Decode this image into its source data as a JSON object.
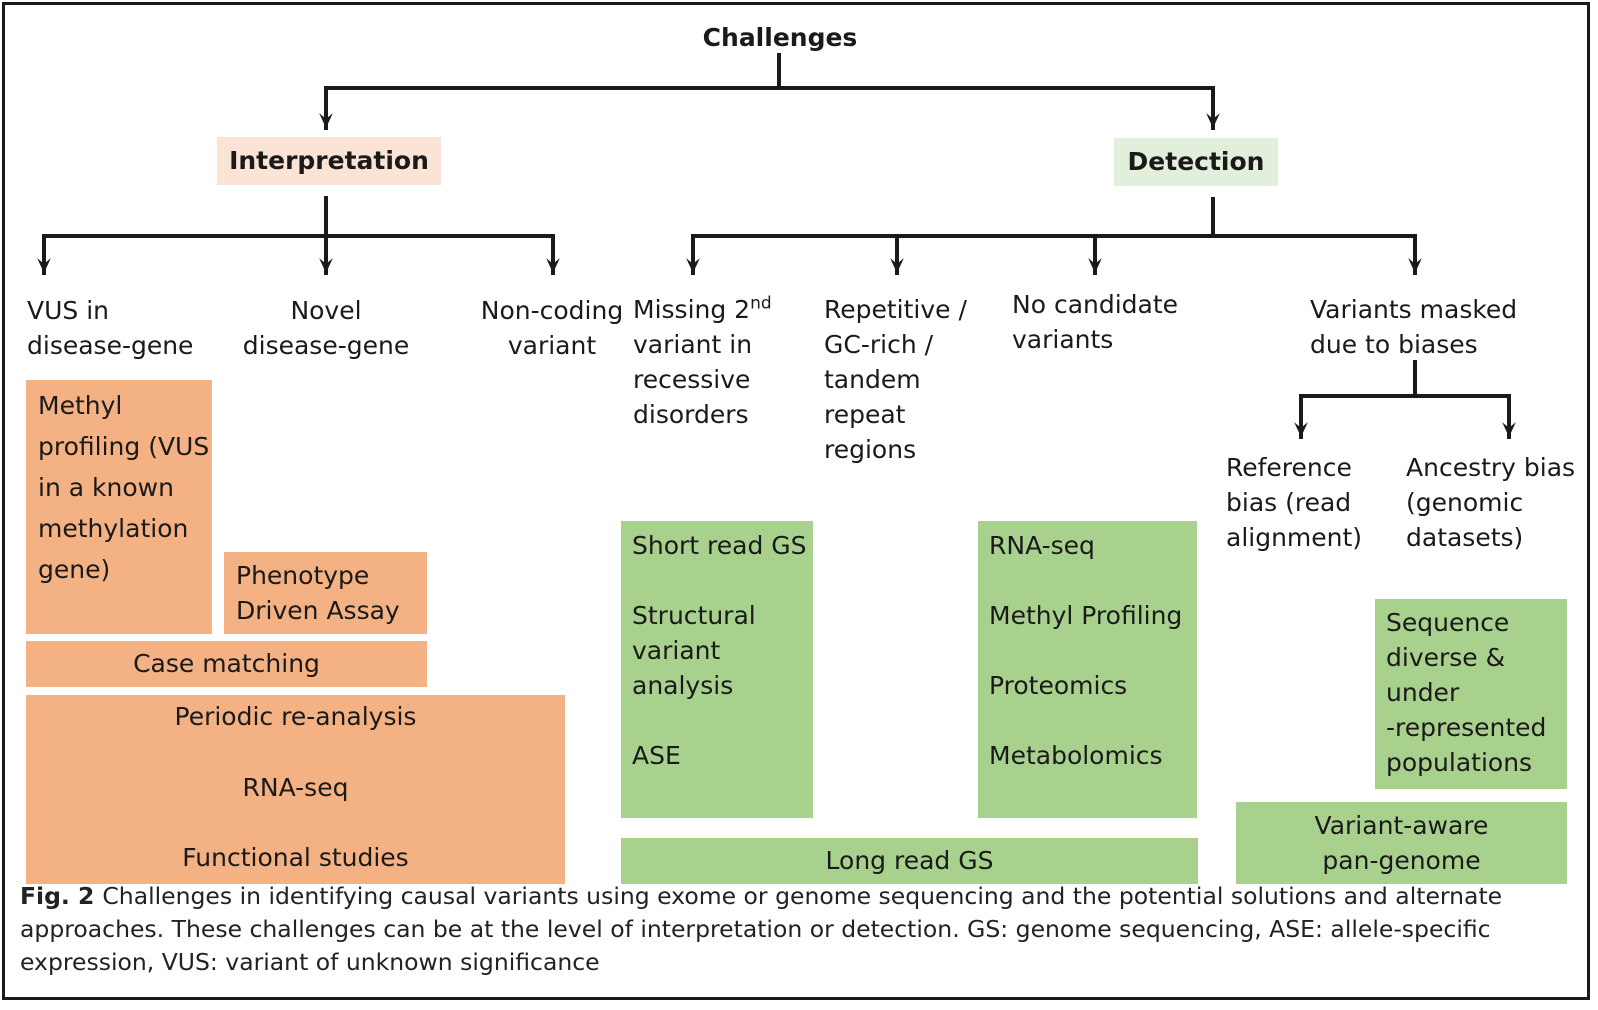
{
  "root": {
    "label": "Challenges"
  },
  "interpretation": {
    "label": "Interpretation",
    "colors": {
      "header": "#fbe4d6",
      "solution": "#f4b183"
    },
    "challenges": [
      {
        "label": "VUS in\ndisease-gene"
      },
      {
        "label": "Novel\ndisease-gene"
      },
      {
        "label": "Non-coding\nvariant"
      }
    ],
    "solutions": {
      "methyl": "Methyl\nprofiling (VUS\nin a known\nmethylation\ngene)",
      "phenotype": "Phenotype\nDriven Assay",
      "case_matching": "Case matching",
      "periodic": "Periodic re-analysis",
      "rnaseq": "RNA-seq",
      "functional": "Functional studies"
    }
  },
  "detection": {
    "label": "Detection",
    "colors": {
      "header": "#e2efda",
      "solution": "#a9d18e"
    },
    "challenges": [
      {
        "label": "Missing 2",
        "sup": "nd",
        "rest": "\nvariant in\nrecessive\ndisorders"
      },
      {
        "label": "Repetitive /\nGC-rich /\ntandem\nrepeat\nregions"
      },
      {
        "label": "No candidate\nvariants"
      },
      {
        "label": "Variants masked\ndue to biases"
      }
    ],
    "biases": [
      {
        "label": "Reference\nbias (read\nalignment)"
      },
      {
        "label": "Ancestry bias\n(genomic\ndatasets)"
      }
    ],
    "solutions": {
      "short_read": [
        "Short read GS",
        "Structural\nvariant\nanalysis",
        "ASE"
      ],
      "omics": [
        "RNA-seq",
        "Methyl Profiling",
        "Proteomics",
        "Metabolomics"
      ],
      "sequence_diverse": "Sequence\ndiverse &\nunder\n-represented\npopulations",
      "pan_genome": "Variant-aware\npan-genome",
      "long_read": "Long read GS"
    }
  },
  "caption": {
    "fig_label": "Fig. 2",
    "text": "Challenges in identifying causal variants using exome or genome sequencing and the potential solutions and alternate approaches. These challenges can be at the level of interpretation or detection. GS: genome sequencing, ASE: allele-specific expression, VUS: variant of unknown significance"
  }
}
